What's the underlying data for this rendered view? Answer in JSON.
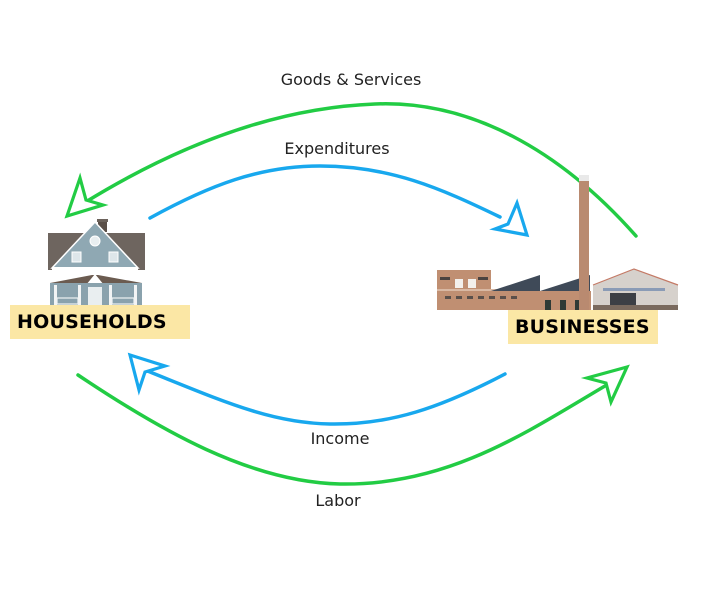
{
  "diagram": {
    "title": "Circular Flow Model",
    "entities": {
      "households": {
        "label": "HOUSEHOLDS",
        "icon": "house-icon"
      },
      "businesses": {
        "label": "BUSINESSES",
        "icon": "factory-icon"
      }
    },
    "flows": [
      {
        "id": "goods-services",
        "label": "Goods & Services",
        "from": "businesses",
        "to": "households",
        "color": "#22cc44"
      },
      {
        "id": "expenditures",
        "label": "Expenditures",
        "from": "households",
        "to": "businesses",
        "color": "#18a8ee"
      },
      {
        "id": "income",
        "label": "Income",
        "from": "businesses",
        "to": "households",
        "color": "#18a8ee"
      },
      {
        "id": "labor",
        "label": "Labor",
        "from": "households",
        "to": "businesses",
        "color": "#22cc44"
      }
    ],
    "colors": {
      "label_bg": "#fbe7a5",
      "money_flow": "#18a8ee",
      "real_flow": "#22cc44"
    }
  }
}
